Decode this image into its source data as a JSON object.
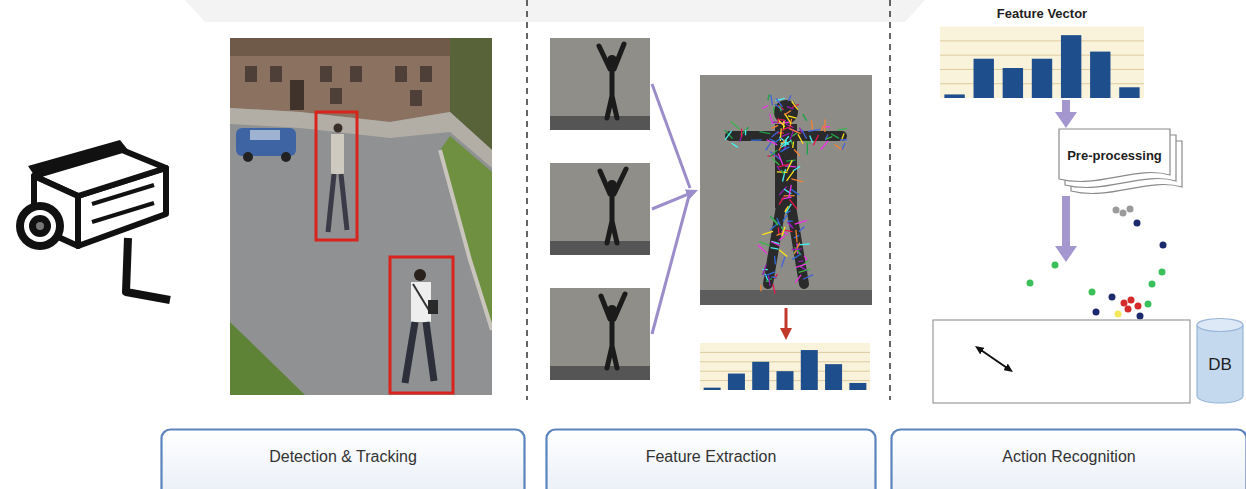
{
  "diagram": {
    "nodes": [
      {
        "text": [
          "Feature Vector"
        ]
      },
      {
        "text": [
          "Pre-processing"
        ]
      },
      {
        "text": [
          "DB"
        ]
      },
      {
        "text": [
          "Detection & Tracking"
        ]
      },
      {
        "text": [
          "Feature Extraction"
        ]
      },
      {
        "text": [
          "Action Recognition"
        ]
      }
    ],
    "edges": [
      {
        "from": 0,
        "to": 1,
        "arrow": "to"
      }
    ]
  }
}
